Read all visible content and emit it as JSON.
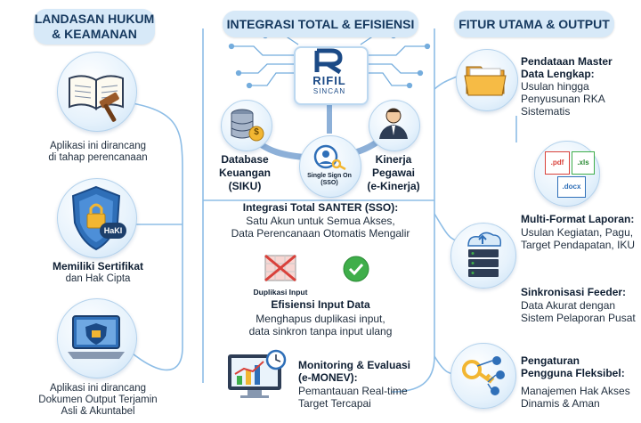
{
  "headers": {
    "left": "LANDASAN HUKUM\n& KEAMANAN",
    "center": "INTEGRASI TOTAL & EFISIENSI",
    "right": "FITUR UTAMA & OUTPUT"
  },
  "left": {
    "item1_text": "Aplikasi ini dirancang\ndi tahap perencanaan",
    "item2_badge": "HaKI",
    "item2_title": "Memiliki Sertifikat",
    "item2_text": "dan Hak Cipta",
    "item3_text": "Aplikasi ini dirancang\nDokumen Output Terjamin\nAsli & Akuntabel"
  },
  "center": {
    "logo_text": "RIFIL",
    "logo_sub": "SINCAN",
    "db_label": "Database\nKeuangan\n(SIKU)",
    "db_coin": "$",
    "sso_label": "Single Sign On\n(SSO)",
    "kinerja_label": "Kinerja\nPegawai\n(e-Kinerja)",
    "sso_title": "Integrasi Total SANTER (SSO):",
    "sso_desc": "Satu Akun untuk Semua Akses,\nData Perencanaan Otomatis Mengalir",
    "dup_label": "Duplikasi Input",
    "eff_title": "Efisiensi Input Data",
    "eff_desc": "Menghapus duplikasi input,\ndata sinkron tanpa input ulang",
    "mon_title": "Monitoring & Evaluasi\n(e-MONEV):",
    "mon_desc": "Pemantauan Real-time\nTarget Tercapai"
  },
  "right": {
    "f1_title": "Pendataan Master\nData Lengkap:",
    "f1_desc": "Usulan hingga\nPenyusunan RKA\nSistematis",
    "file_labels": [
      ".pdf",
      ".xls",
      ".docx"
    ],
    "f2_title": "Multi-Format Laporan:",
    "f2_desc": "Usulan Kegiatan, Pagu,\nTarget Pendapatan, IKU",
    "f3_title": "Sinkronisasi Feeder:",
    "f3_desc": "Data Akurat dengan\nSistem Pelaporan Pusat",
    "f4_title": "Pengaturan\nPengguna Fleksibel:",
    "f4_desc": "Manajemen Hak Akses\nDinamis & Aman"
  },
  "colors": {
    "accent": "#2f6fb8",
    "pill_bg": "#d7e9f8",
    "line": "#7fb0de",
    "gold": "#f2b632",
    "green": "#3fae4a",
    "red": "#d9413a"
  }
}
